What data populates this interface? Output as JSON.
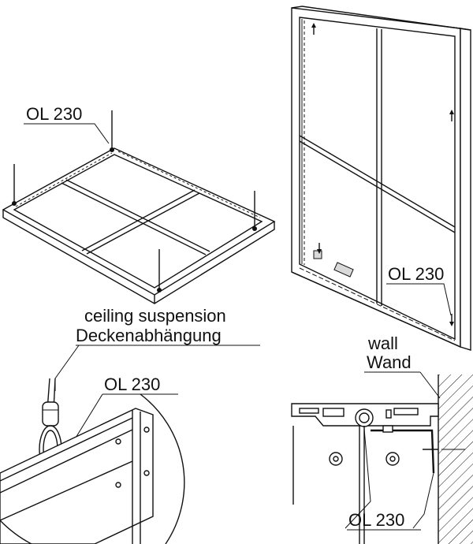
{
  "labels": {
    "ol_top_left": "OL 230",
    "ol_right_panel": "OL 230",
    "ceiling_en": "ceiling suspension",
    "ceiling_de": "Deckenabhängung",
    "ol_bottom_left": "OL 230",
    "wall_en": "wall",
    "wall_de": "Wand",
    "ol_bottom_right": "OL 230"
  }
}
